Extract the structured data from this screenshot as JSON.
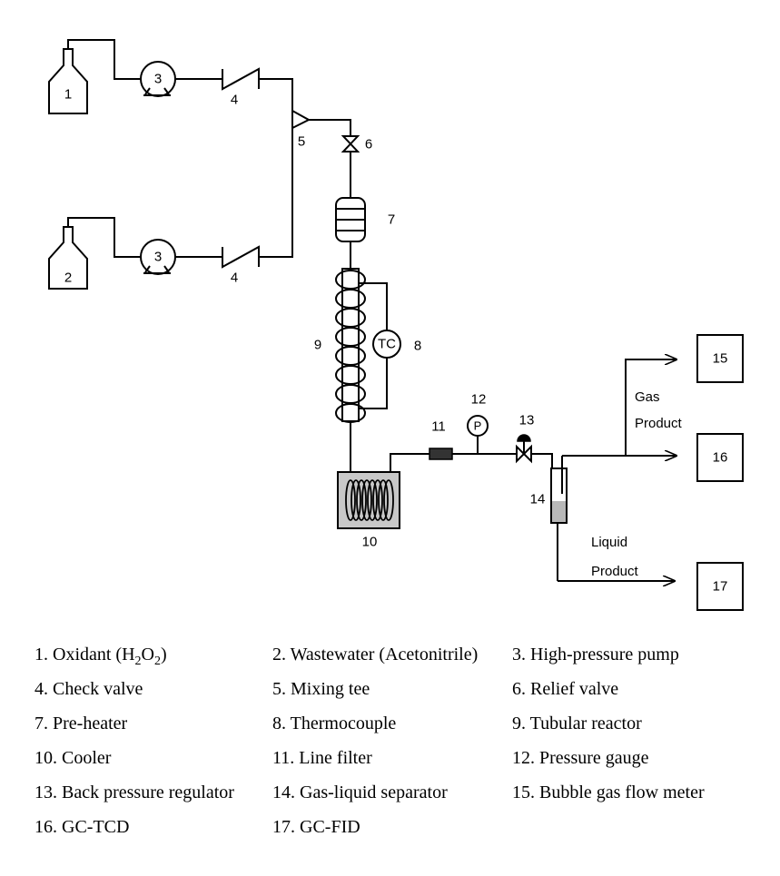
{
  "labels": {
    "bottle1": "1",
    "bottle2": "2",
    "pump_top": "3",
    "pump_bottom": "3",
    "check_top": "4",
    "check_bottom": "4",
    "mixing_tee": "5",
    "relief_valve": "6",
    "preheater": "7",
    "thermocouple": "8",
    "thermocouple_tc": "TC",
    "reactor": "9",
    "cooler": "10",
    "line_filter": "11",
    "pressure_gauge": "12",
    "pressure_gauge_p": "P",
    "bpr": "13",
    "separator": "14",
    "box15": "15",
    "box16": "16",
    "box17": "17",
    "gas_line1": "Gas",
    "gas_line2": "Product",
    "liquid_line1": "Liquid",
    "liquid_line2": "Product"
  },
  "legend": [
    {
      "pre": "1. Oxidant (H",
      "sub1": "2",
      "mid": "O",
      "sub2": "2",
      "post": ")"
    },
    {
      "text": "2. Wastewater (Acetonitrile)"
    },
    {
      "text": "3. High-pressure pump"
    },
    {
      "text": "4. Check valve"
    },
    {
      "text": "5. Mixing tee"
    },
    {
      "text": "6. Relief valve"
    },
    {
      "text": "7. Pre-heater"
    },
    {
      "text": "8. Thermocouple"
    },
    {
      "text": "9. Tubular reactor"
    },
    {
      "text": "10. Cooler"
    },
    {
      "text": "11. Line filter"
    },
    {
      "text": "12. Pressure gauge"
    },
    {
      "text": "13. Back pressure regulator"
    },
    {
      "text": "14. Gas-liquid separator"
    },
    {
      "text": "15. Bubble gas flow meter"
    },
    {
      "text": "16. GC-TCD"
    },
    {
      "text": "17. GC-FID"
    }
  ]
}
